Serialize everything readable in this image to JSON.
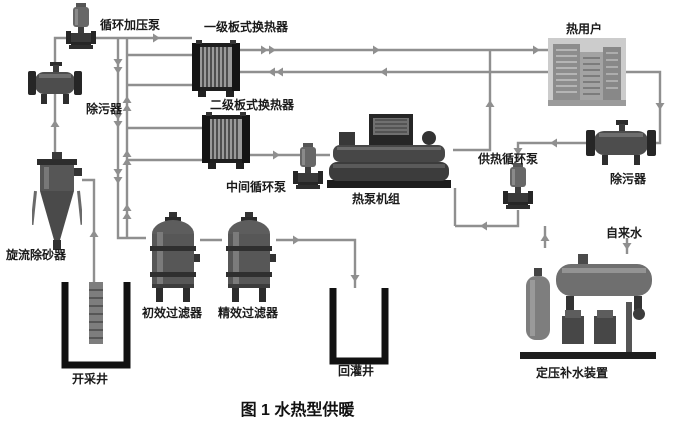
{
  "figure_caption": "图 1  水热型供暖",
  "labels": {
    "circ_pump": "循环加压泵",
    "hx1": "一级板式换热器",
    "hx2": "二级板式换热器",
    "strainer_left": "除污器",
    "strainer_right": "除污器",
    "cyclone": "旋流除砂器",
    "mid_pump": "中间循环泵",
    "heat_pump_unit": "热泵机组",
    "supply_pump": "供热循环泵",
    "heat_user": "热用户",
    "filter_coarse": "初效过滤器",
    "filter_fine": "精效过滤器",
    "well_extract": "开采井",
    "well_inject": "回灌井",
    "tap_water": "自来水",
    "makeup_device": "定压补水装置"
  },
  "colors": {
    "pipe": "#8f8f8f",
    "label": "#1a1a1a",
    "caption": "#111111"
  }
}
